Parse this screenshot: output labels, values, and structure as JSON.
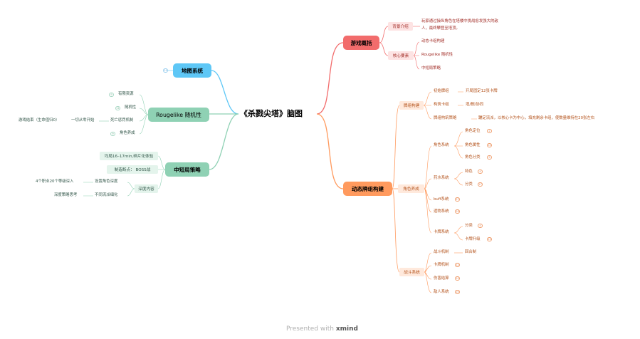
{
  "root": "《杀戮尖塔》脑图",
  "overview": {
    "title": "游戏概括",
    "background_label": "背景介绍",
    "background_text_1": "玩家通过操纵角色在塔楼中挑战愈发强大的敌",
    "background_text_2": "人，最终攀登至塔顶。",
    "core_label": "核心要素",
    "core_items": [
      "动态卡组构建",
      "Rougelike 随机性",
      "中短局策略"
    ]
  },
  "deck": {
    "title": "动态牌组构建",
    "deck_label": "牌组构建",
    "initial": "初始牌组",
    "initial_value": "开局固定12张卡牌",
    "buy": "构筑卡组",
    "buy_value": "增/删/协同",
    "strategy": "牌组构筑策略",
    "strategy_value": "蹦定流派，以核心卡为中心，填充剩余卡组，使数量维持在20张左右",
    "role_label": "角色养成",
    "role_system": "角色系统",
    "role_items": [
      "角色定位",
      "角色属性",
      "角色分类"
    ],
    "role_badges": [
      "2",
      "10",
      "5"
    ],
    "potion_system": "药水系统",
    "potion_items": [
      "特色",
      "分类"
    ],
    "potion_badges": [
      "4",
      "17"
    ],
    "buff": "buff系统",
    "buff_badge": "27",
    "relic": "遗物系统",
    "relic_badge": "18",
    "card_system": "卡牌系统",
    "card_items": [
      "分类",
      "卡牌升级"
    ],
    "card_badges": [
      "4",
      "13"
    ],
    "battle_label": "战斗系统",
    "battle_mech": "战斗机制",
    "battle_mech_value": "回合制",
    "battle_items": [
      "卡牌机制",
      "伤害结算",
      "敌人系统"
    ],
    "battle_badges": [
      "12",
      "10",
      "25"
    ]
  },
  "map": {
    "title": "地图系统",
    "badge": "14"
  },
  "rogue": {
    "title": "Rougelike 随机性",
    "items": [
      "有限资源",
      "随机性",
      "死亡惩罚机制",
      "角色养成"
    ],
    "badges": [
      "9",
      "11",
      "",
      "9"
    ],
    "death_note": "一切从零开始",
    "death_note2": "游戏结束（生命值归0）"
  },
  "mid": {
    "title": "中短局策略",
    "items": [
      "均局16–17min,碎片化体验",
      "制造断点：  BOSS战",
      "深度内容"
    ],
    "depth_children": [
      "设置角色深度",
      "不同流派细化"
    ],
    "depth_notes": [
      "4个职业20个等级深入",
      "深度策略思考"
    ]
  },
  "footer": {
    "prefix": "Presented with",
    "brand": "xmind"
  },
  "colors": {
    "red": "#f26c6c",
    "orange": "#ff9a5e",
    "blue": "#5ec7f6",
    "green": "#8fd1b4"
  }
}
